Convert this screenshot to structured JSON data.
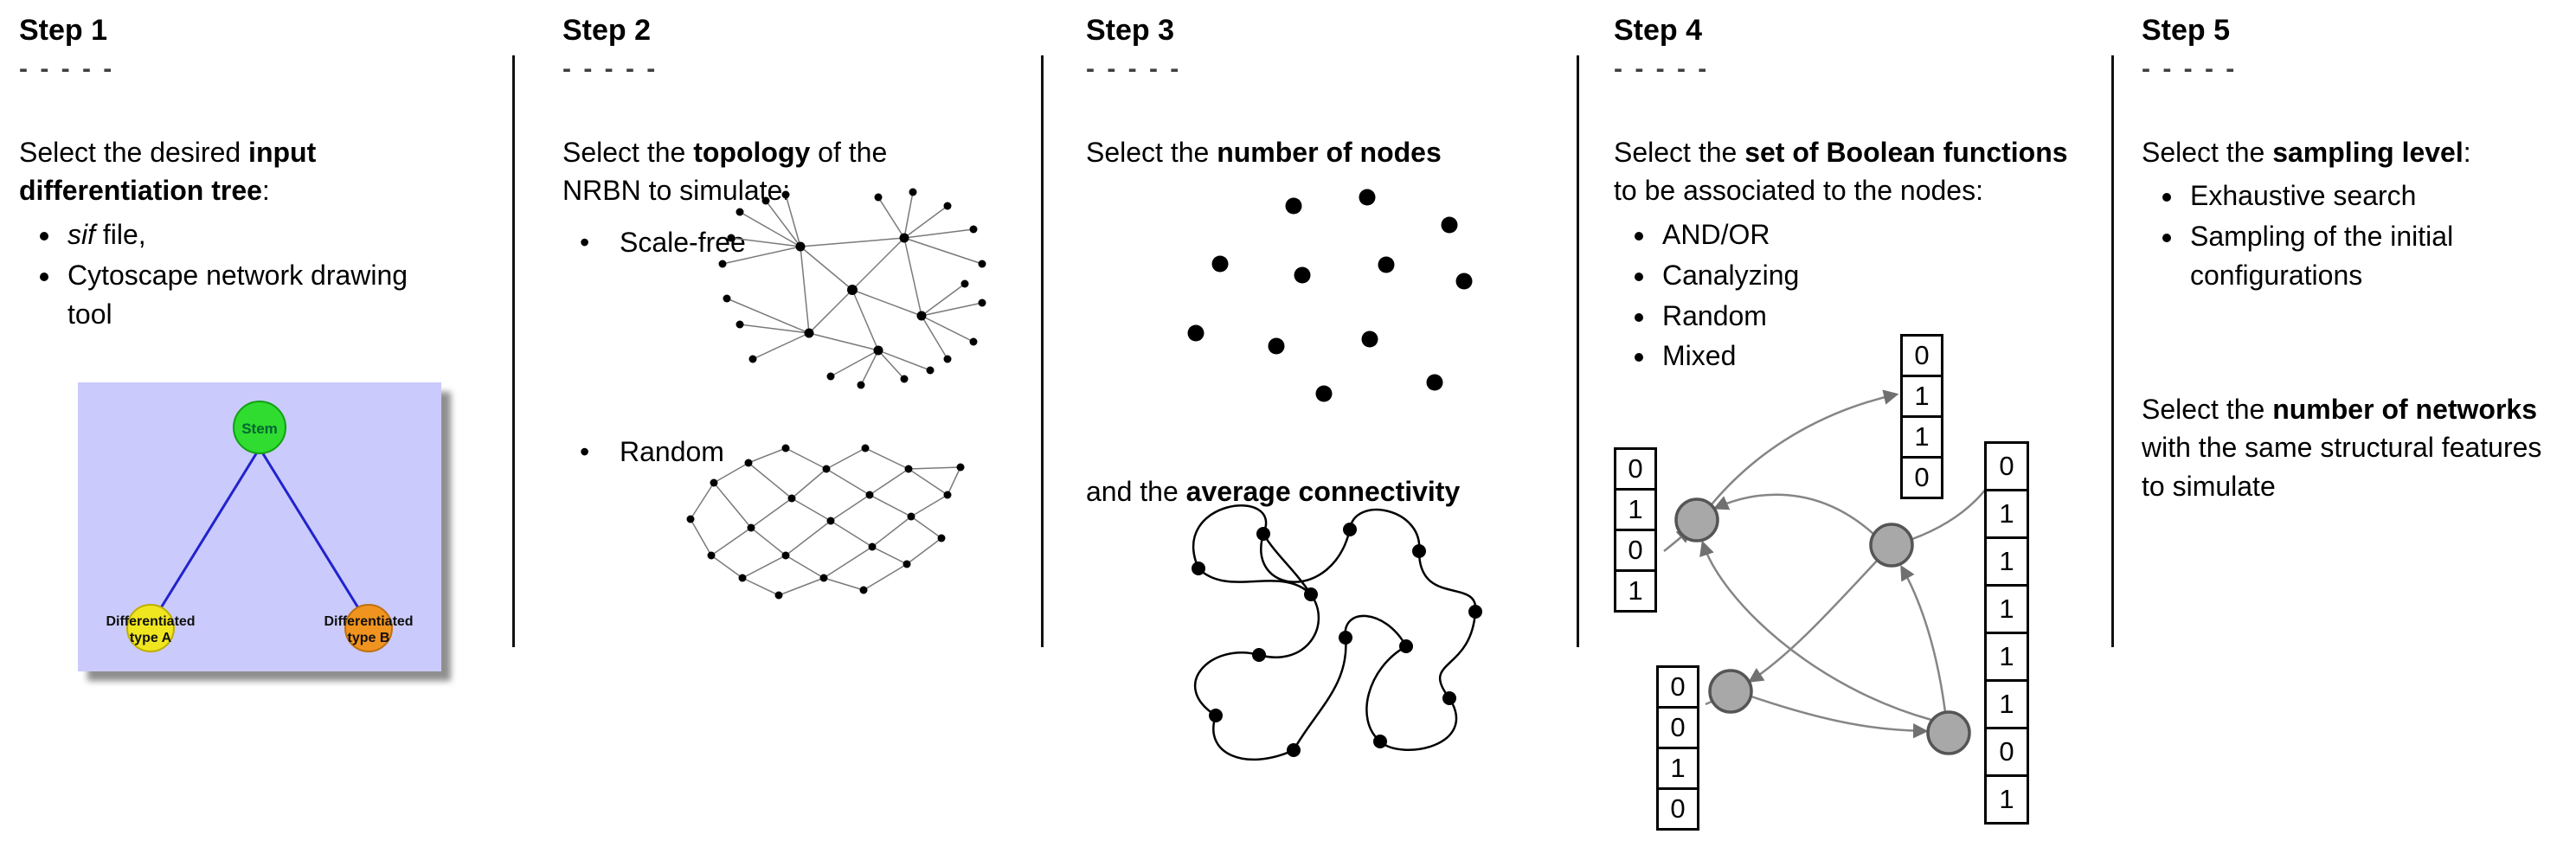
{
  "step1": {
    "title": "Step 1",
    "dashes": "- - - - -",
    "intro": {
      "prefix": "Select the desired ",
      "bold": "input differentiation tree",
      "suffix": ":"
    },
    "bullets": [
      {
        "italic": "sif",
        "rest": " file,"
      },
      {
        "text": "Cytoscape network drawing tool"
      }
    ],
    "tree": {
      "stem_label": "Stem",
      "node_a_line1": "Differentiated",
      "node_a_line2": "type A",
      "node_b_line1": "Differentiated",
      "node_b_line2": "type B",
      "colors": {
        "background": "#cacafc",
        "stem": "#2fdc2f",
        "node_a": "#f0e620",
        "node_b": "#f0941f",
        "edge": "#2222cc"
      }
    }
  },
  "step2": {
    "title": "Step 2",
    "dashes": "- - - - -",
    "intro": {
      "prefix": "Select the ",
      "bold": "topology",
      "suffix": " of the NRBN to simulate:"
    },
    "bullets": [
      {
        "text": "Scale-free"
      },
      {
        "text": "Random"
      }
    ]
  },
  "step3": {
    "title": "Step 3",
    "dashes": "- - - - -",
    "line1": {
      "prefix": "Select the ",
      "bold": "number of nodes"
    },
    "line2": {
      "prefix": "and the ",
      "bold": "average connectivity"
    }
  },
  "step4": {
    "title": "Step 4",
    "dashes": "- - - - -",
    "intro": {
      "prefix": "Select the ",
      "bold": "set of Boolean functions",
      "suffix": " to be associated to the nodes:"
    },
    "bullets": [
      {
        "text": "AND/OR"
      },
      {
        "text": "Canalyzing"
      },
      {
        "text": "Random"
      },
      {
        "text": "Mixed"
      }
    ],
    "truth_tables": {
      "left": [
        "0",
        "1",
        "0",
        "1"
      ],
      "top": [
        "0",
        "1",
        "1",
        "0"
      ],
      "bottom_left": [
        "0",
        "0",
        "1",
        "0"
      ],
      "right": [
        "0",
        "1",
        "1",
        "1",
        "1",
        "1",
        "0",
        "1"
      ]
    }
  },
  "step5": {
    "title": "Step 5",
    "dashes": "- - - - -",
    "intro": {
      "prefix": "Select the ",
      "bold": "sampling level",
      "suffix": ":"
    },
    "bullets": [
      {
        "text": "Exhaustive search"
      },
      {
        "text": "Sampling of the initial configurations"
      }
    ],
    "second": {
      "prefix": "Select the ",
      "bold": "number of networks",
      "suffix": " with the same structural features to simulate"
    }
  }
}
